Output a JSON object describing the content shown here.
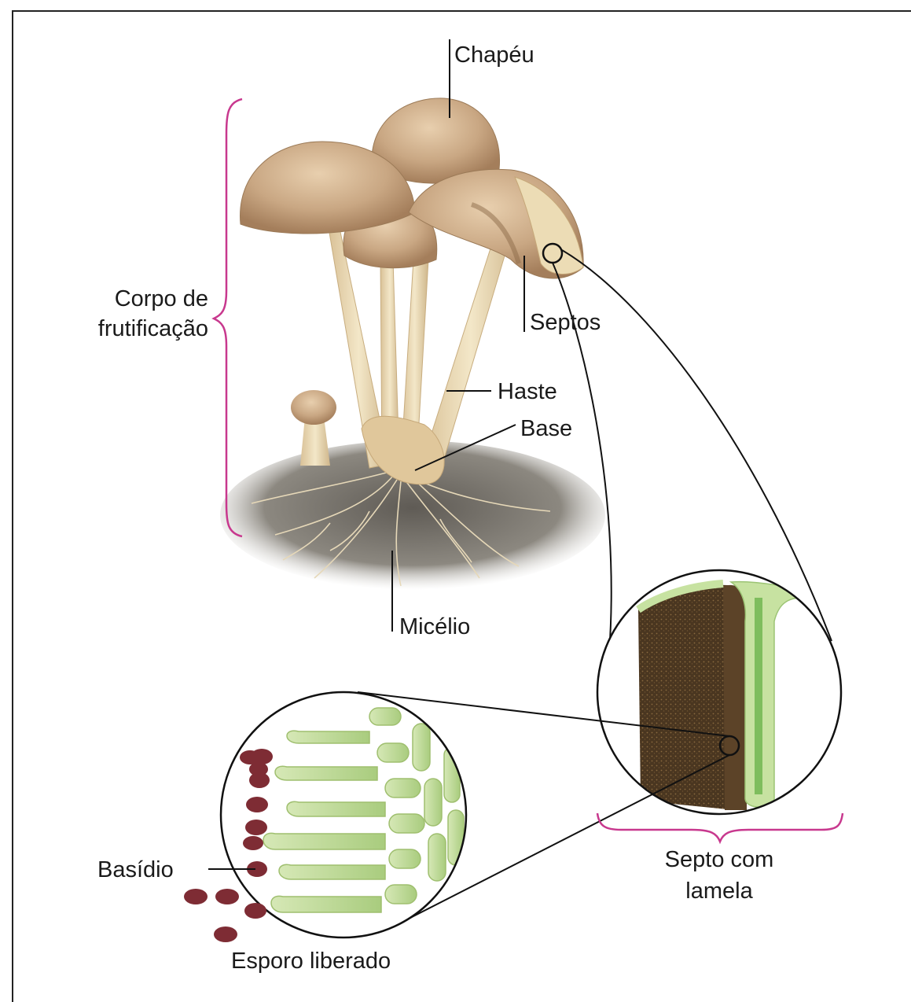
{
  "labels": {
    "chapeu": "Chapéu",
    "corpo_line1": "Corpo de",
    "corpo_line2": "frutificação",
    "septos": "Septos",
    "haste": "Haste",
    "base": "Base",
    "micelio": "Micélio",
    "septo_line1": "Septo com",
    "septo_line2": "lamela",
    "basidio": "Basídio",
    "esporo": "Esporo liberado"
  },
  "colors": {
    "bracket": "#c8388e",
    "cap": "#c9a783",
    "stem": "#ecdcb5",
    "soil": "#7b7770",
    "lamella_dark": "#4e3a22",
    "lamella_green": "#b6d98e",
    "basidium_green": "#c3dc9a",
    "spore": "#7e2c34"
  }
}
